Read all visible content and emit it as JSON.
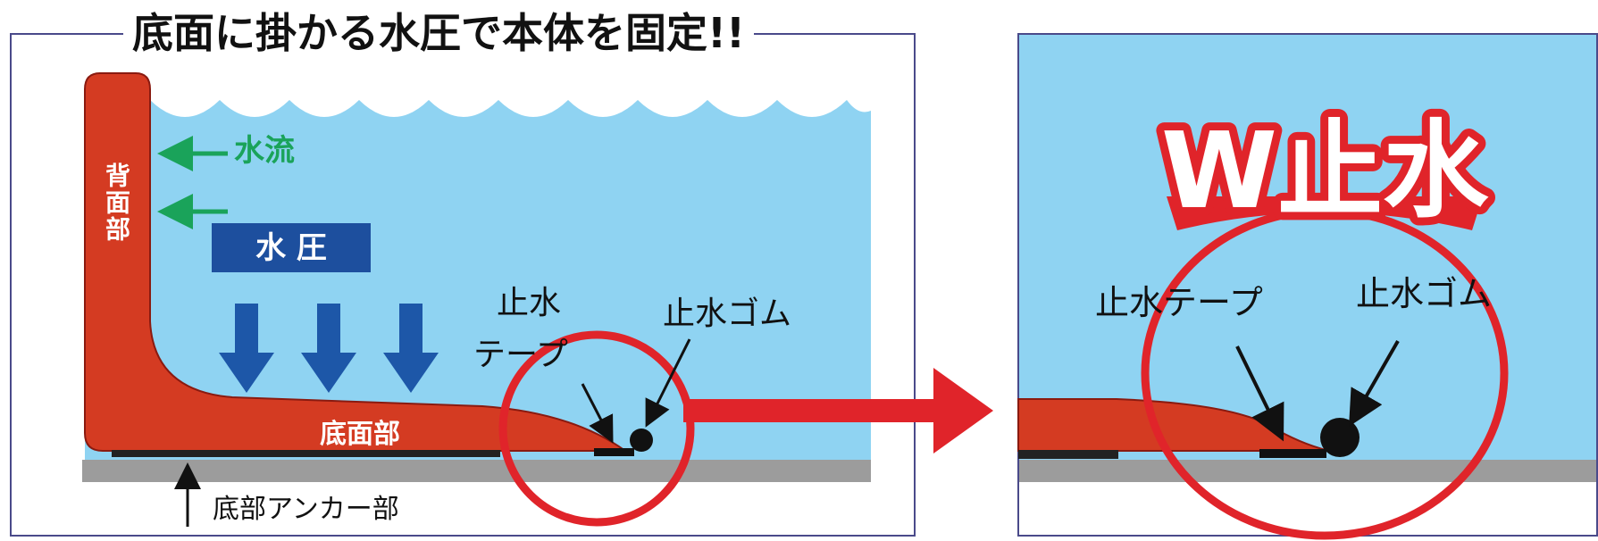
{
  "title": "底面に掛かる水圧で本体を固定!!",
  "left_panel": {
    "back_part": "背面部",
    "water_flow": "水流",
    "water_pressure": "水 圧",
    "bottom_part": "底面部",
    "anchor": "底部アンカー部",
    "tape_line1": "止水",
    "tape_line2": "テープ",
    "rubber": "止水ゴム"
  },
  "right_panel": {
    "badge": "W止水",
    "tape": "止水テープ",
    "rubber": "止水ゴム"
  },
  "colors": {
    "water": "#8fd3f2",
    "ground": "#9c9c9c",
    "barrier_red": "#d43b22",
    "accent_red": "#e0242a",
    "pressure_blue": "#1d4f9e",
    "flow_green": "#1aa35a",
    "frame": "#4a4a8a"
  }
}
